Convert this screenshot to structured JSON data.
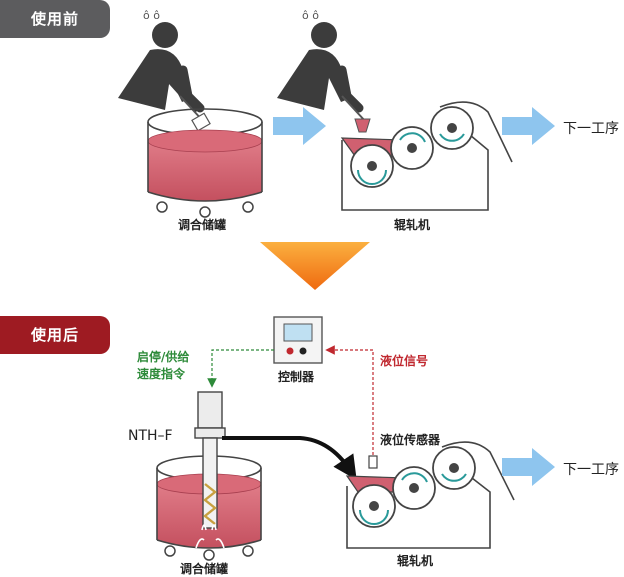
{
  "before": {
    "badge": "使用前",
    "tank_label": "调合储罐",
    "mill_label": "辊轧机",
    "next_process": "下一工序"
  },
  "after": {
    "badge": "使用后",
    "controller_label": "控制器",
    "command_label_line1": "启停/供给",
    "command_label_line2": "速度指令",
    "level_signal_label": "液位信号",
    "level_sensor_label": "液位传感器",
    "pump_model": "NTH–F",
    "tank_label": "调合储罐",
    "mill_label": "辊轧机",
    "next_process": "下一工序"
  },
  "colors": {
    "before_badge": "#5c5c5e",
    "after_badge": "#9e1b22",
    "liquid": "#d06070",
    "flow_arrow": "#8ec5ee",
    "transition_arrow": "#f07818",
    "signal_green": "#2e8b3a",
    "signal_red": "#c0282f"
  }
}
